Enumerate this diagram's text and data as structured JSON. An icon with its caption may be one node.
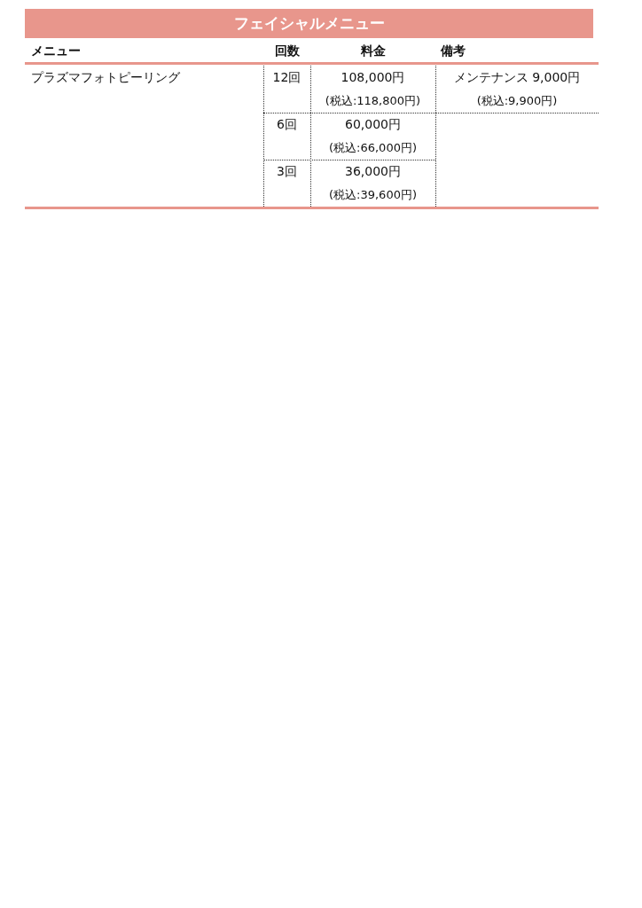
{
  "diagram": {
    "title": "フェイシャルメニュー",
    "labels": [
      "メニュー",
      "回数",
      "料金",
      "備考",
      "プラズマフォトピーリング",
      "12回",
      "108,000円",
      "(税込:118,800円)",
      "メンテナンス 9,000円",
      "(税込:9,900円)",
      "6回",
      "60,000円",
      "(税込:66,000円)",
      "3回",
      "36,000円",
      "(税込:39,600円)"
    ]
  }
}
